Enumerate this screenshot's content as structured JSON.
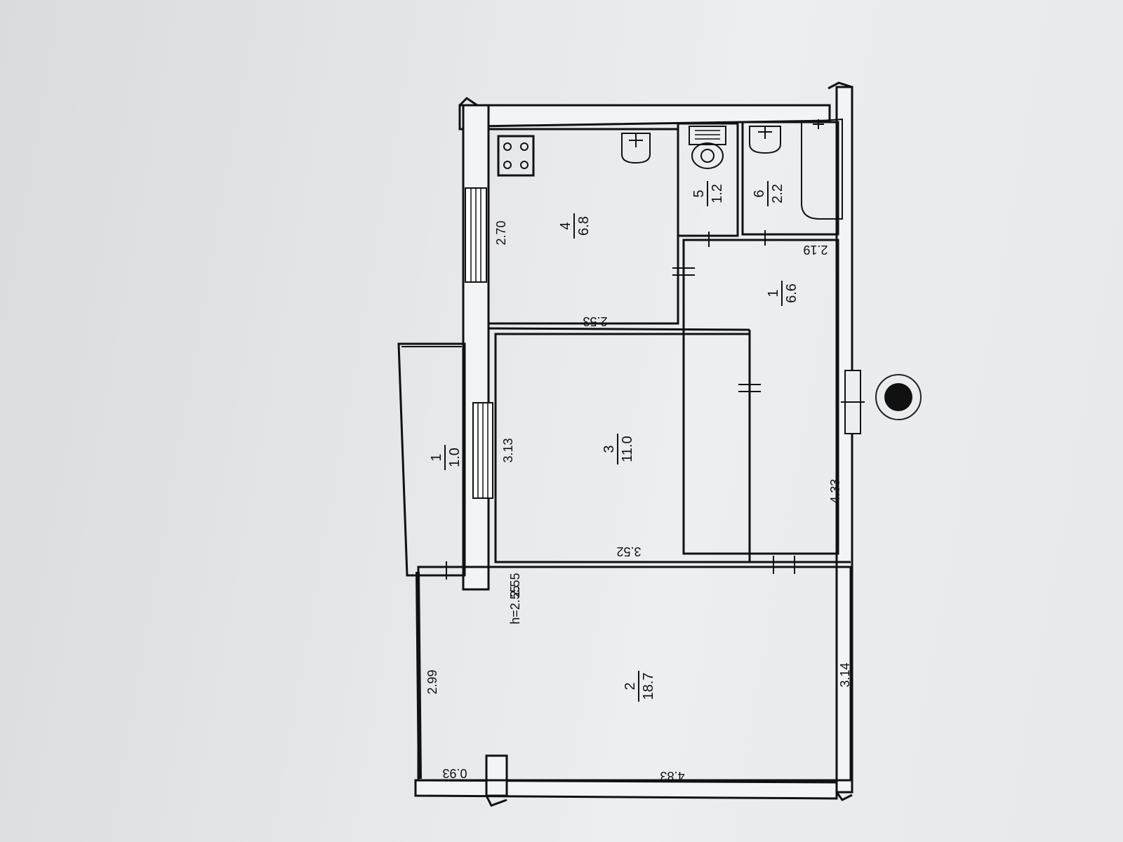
{
  "rooms": [
    {
      "num": "4",
      "area": "6.8"
    },
    {
      "num": "5",
      "area": "1.2"
    },
    {
      "num": "6",
      "area": "2.2"
    },
    {
      "num": "1",
      "area": "6.6"
    },
    {
      "num": "3",
      "area": "11.0"
    },
    {
      "num": "1",
      "area": "1.0"
    },
    {
      "num": "2",
      "area": "18.7"
    }
  ],
  "dimensions": [
    "2.70",
    "2.53",
    "2.19",
    "3.13",
    "3.52",
    "4.33",
    "2.55",
    "2.99",
    "3.14",
    "0.93",
    "4.83"
  ],
  "ceiling_height": "h=2.55"
}
